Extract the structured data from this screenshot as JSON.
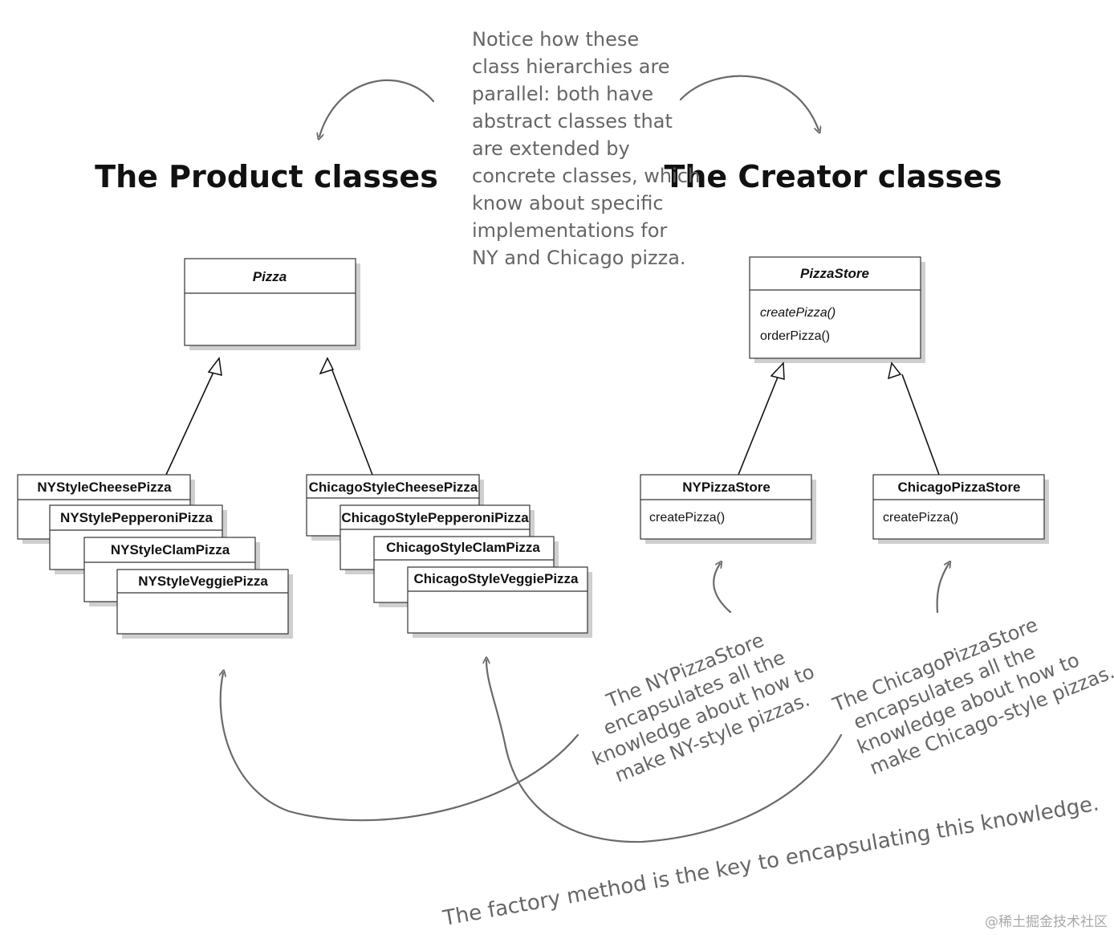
{
  "headings": {
    "product": "The Product classes",
    "creator": "The Creator classes"
  },
  "notes": {
    "parallel": [
      "Notice how these",
      "class hierarchies are",
      "parallel: both have",
      "abstract classes that",
      "are extended by",
      "concrete classes, which",
      "know about specific",
      "implementations for",
      "NY and Chicago pizza."
    ],
    "ny": [
      "The NYPizzaStore",
      "encapsulates all the",
      "knowledge about how to",
      "make NY-style pizzas."
    ],
    "chicago": [
      "The ChicagoPizzaStore",
      "encapsulates all the",
      "knowledge about how to",
      "make Chicago-style pizzas."
    ],
    "factory": "The factory method is the key to encapsulating this knowledge."
  },
  "product": {
    "abstract_class": "Pizza",
    "ny_classes": [
      "NYStyleCheesePizza",
      "NYStylePepperoniPizza",
      "NYStyleClamPizza",
      "NYStyleVeggiePizza"
    ],
    "chicago_classes": [
      "ChicagoStyleCheesePizza",
      "ChicagoStylePepperoniPizza",
      "ChicagoStyleClamPizza",
      "ChicagoStyleVeggiePizza"
    ]
  },
  "creator": {
    "abstract_class": "PizzaStore",
    "abstract_methods": [
      "createPizza()",
      "orderPizza()"
    ],
    "ny_store": {
      "name": "NYPizzaStore",
      "method": "createPizza()"
    },
    "chicago_store": {
      "name": "ChicagoPizzaStore",
      "method": "createPizza()"
    }
  },
  "watermark": "@稀土掘金技术社区"
}
